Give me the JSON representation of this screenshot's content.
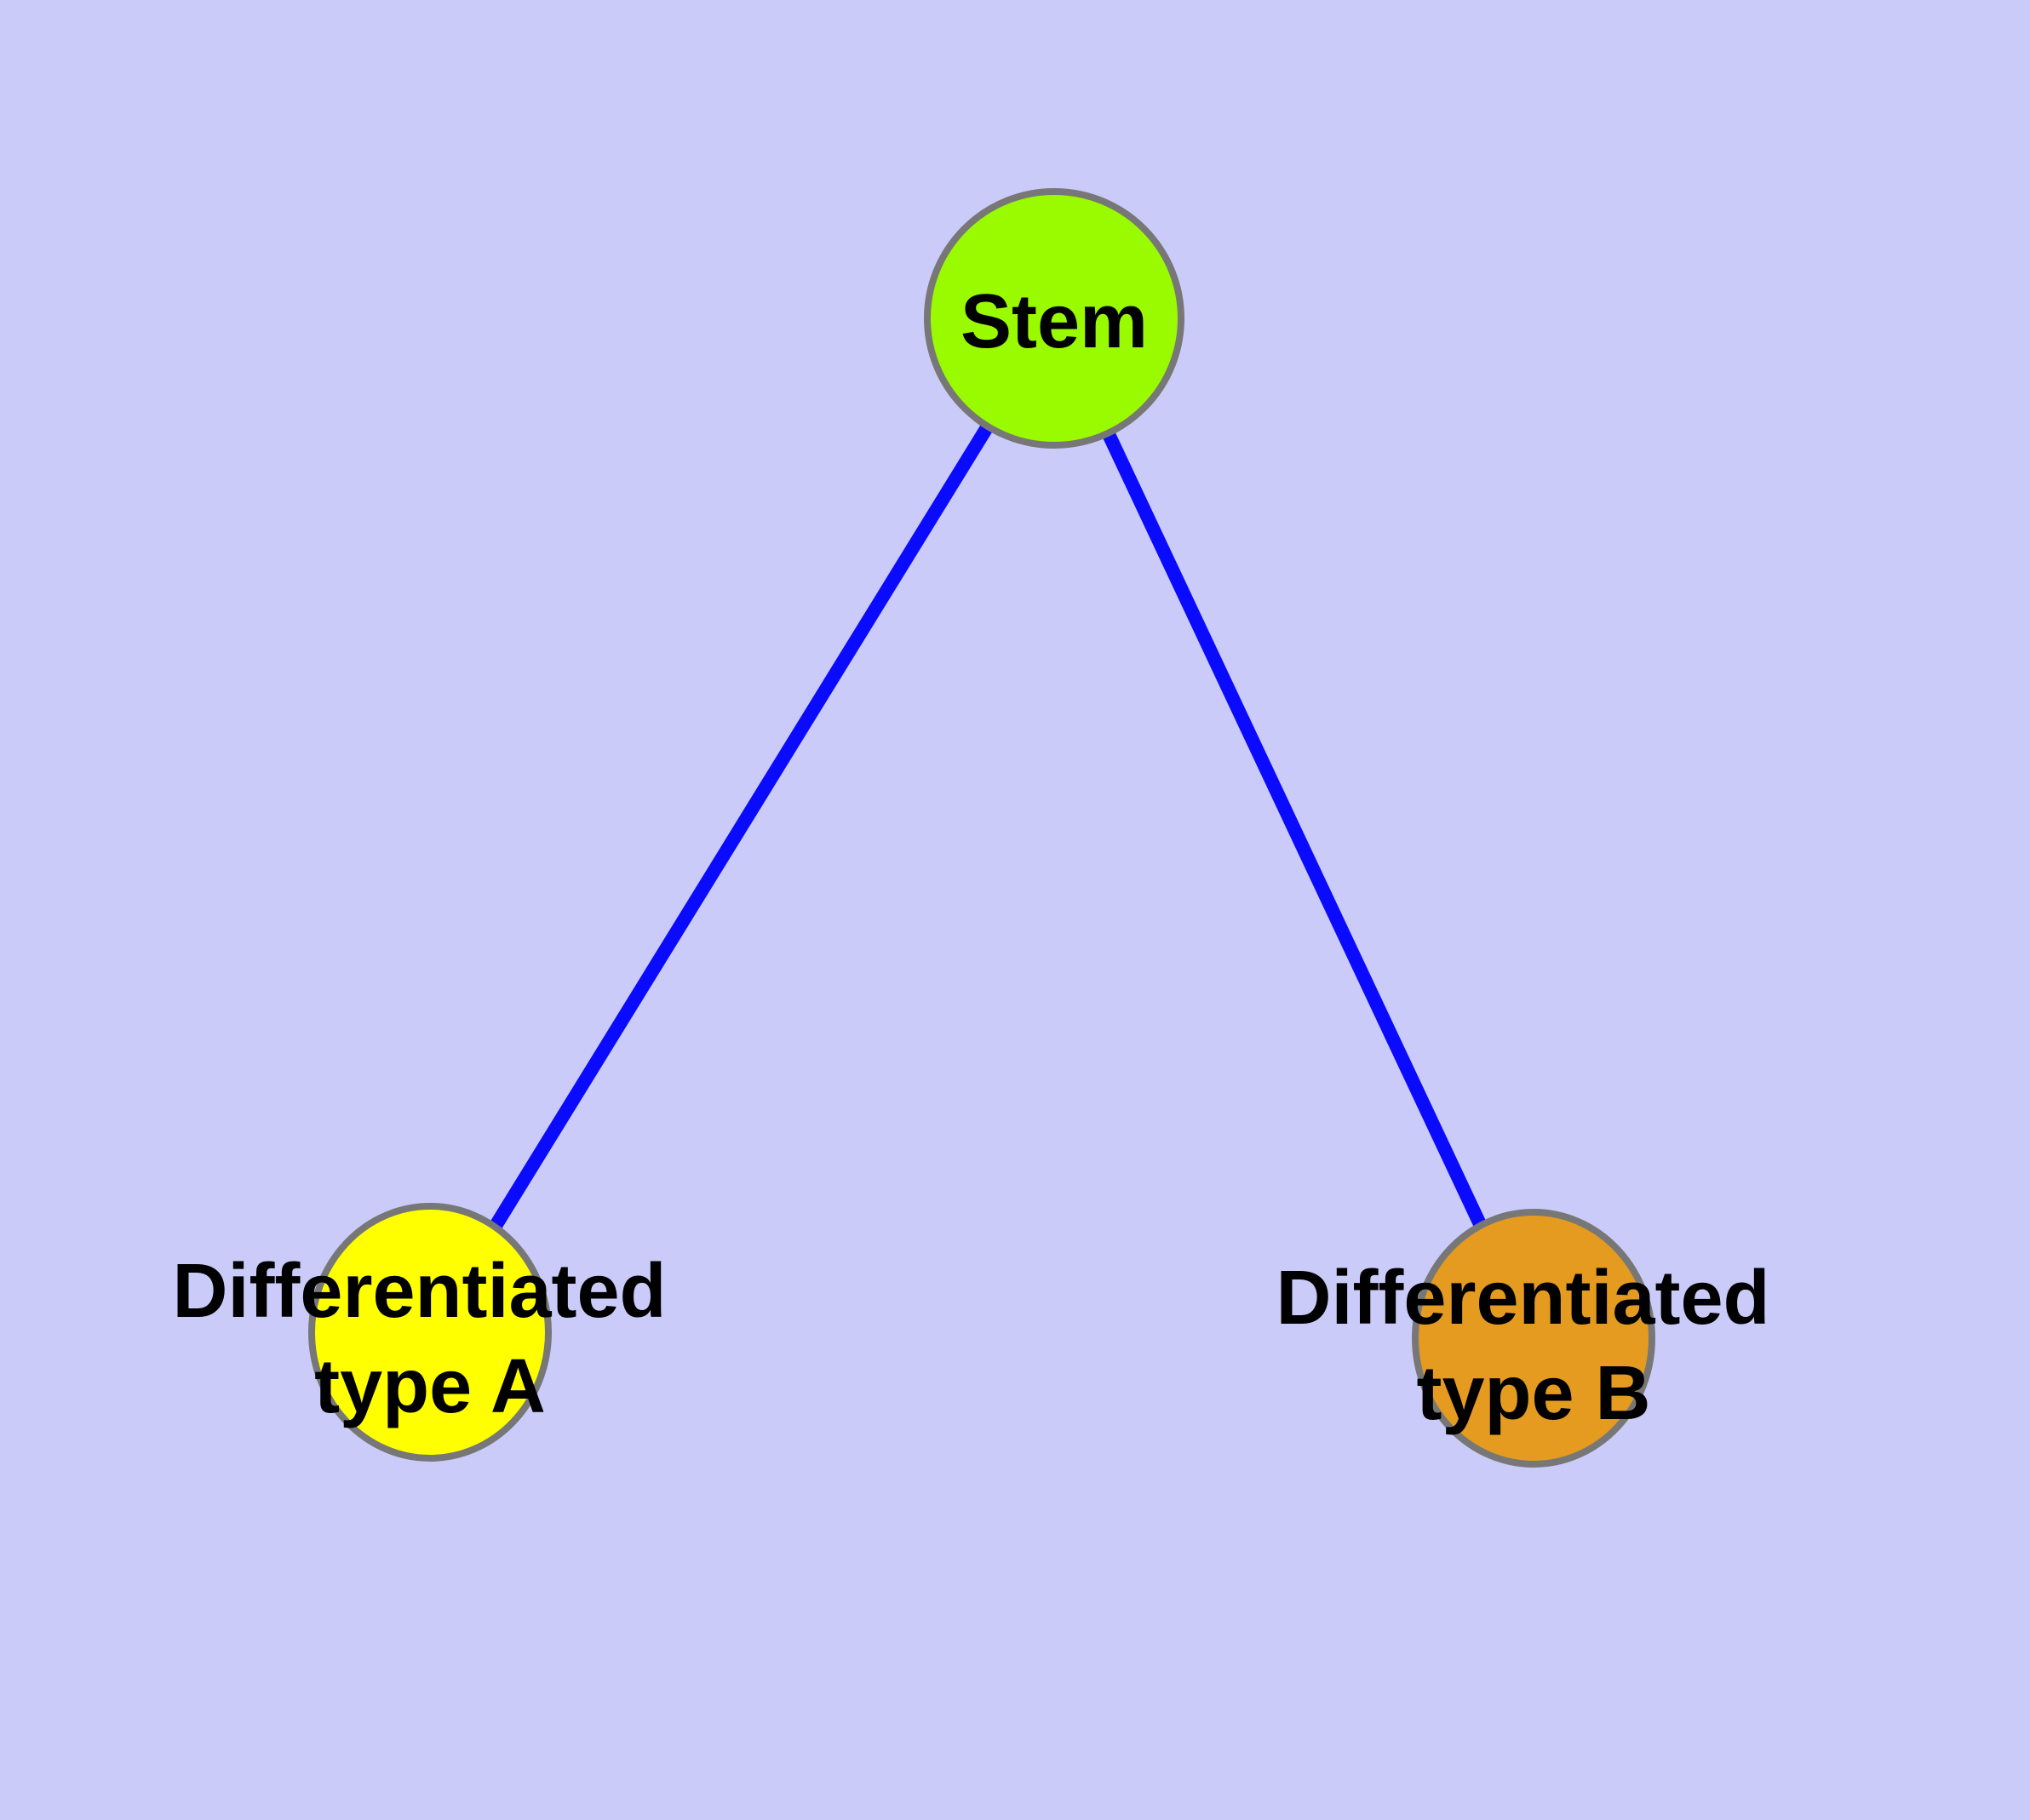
{
  "diagram": {
    "title": "Stem cell differentiation diagram",
    "background_color": "#cbcbfa",
    "node_border_color": "#777777",
    "edge_color": "#0a0aff",
    "label_color": "#000000",
    "nodes": [
      {
        "id": "stem",
        "label": "Stem",
        "fill_color": "#9afa00"
      },
      {
        "id": "differentiated-type-a",
        "label": "Differentiated type A",
        "label_lines": [
          "Differentiated",
          "type A"
        ],
        "fill_color": "#ffff00"
      },
      {
        "id": "differentiated-type-b",
        "label": "Differentiated type B",
        "label_lines": [
          "Differentiated",
          "type B"
        ],
        "fill_color": "#e49b20"
      }
    ],
    "edges": [
      {
        "from": "Stem",
        "to": "Differentiated type A"
      },
      {
        "from": "Stem",
        "to": "Differentiated type B"
      }
    ]
  }
}
